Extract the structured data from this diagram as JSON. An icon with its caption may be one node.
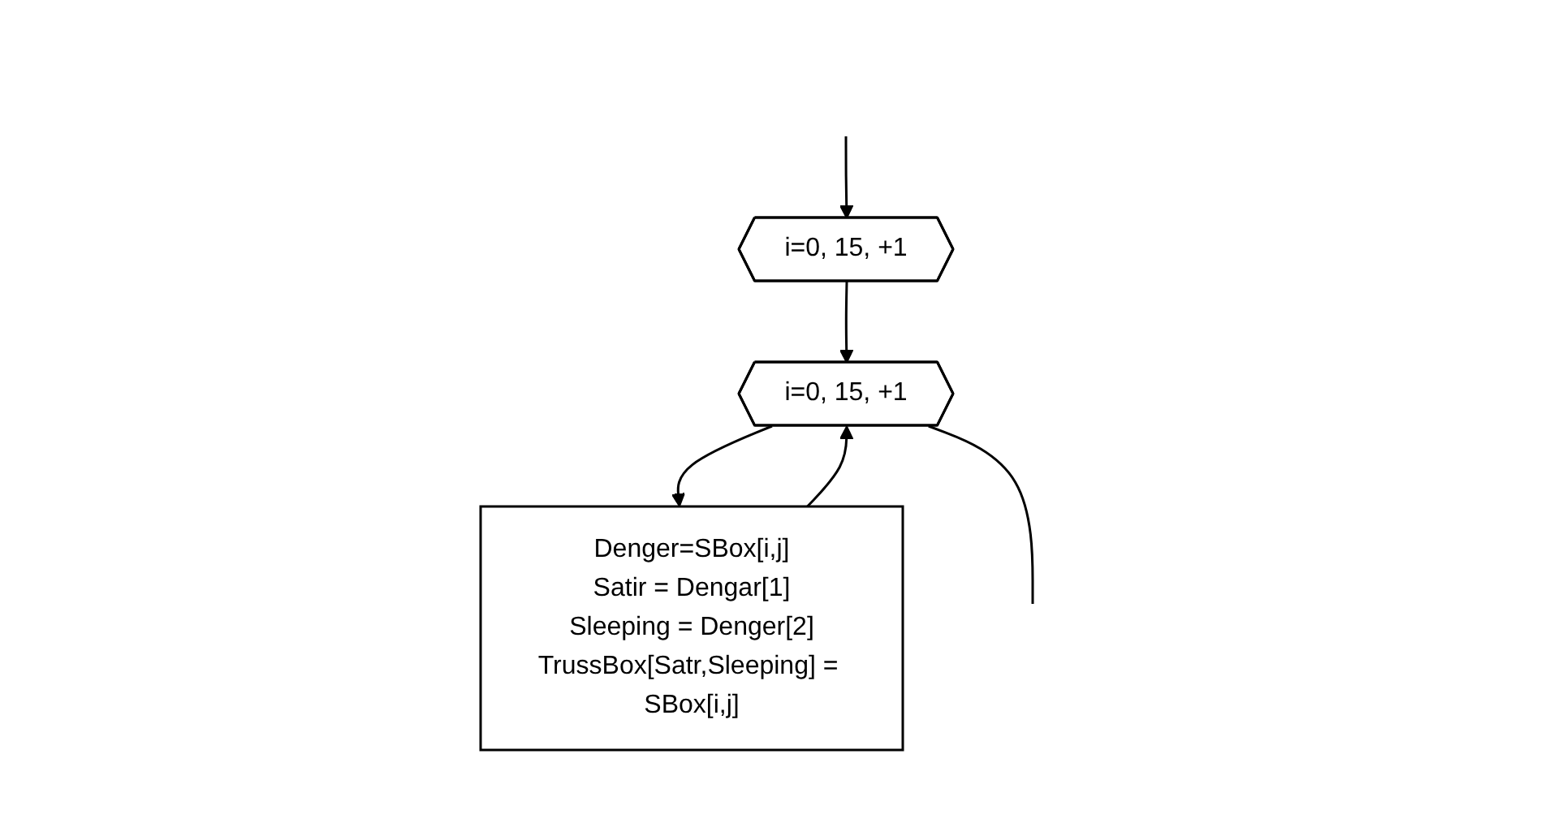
{
  "diagram": {
    "nodes": [
      {
        "text": [
          "i=0, 15, +1"
        ]
      },
      {
        "text": [
          "i=0, 15, +1"
        ]
      },
      {
        "text": [
          "Denger=SBox[i,j]",
          "Satir = Dengar[1]",
          "Sleeping = Denger[2]",
          "TrussBox[Satr,Sleeping] = SBox[i,j]"
        ]
      }
    ],
    "edges": [
      {
        "from": null,
        "to": 0,
        "arrow": "to"
      },
      {
        "from": 0,
        "to": 1,
        "arrow": "to"
      },
      {
        "from": 1,
        "to": 2,
        "arrow": "to"
      },
      {
        "from": 2,
        "to": 1,
        "arrow": "to"
      },
      {
        "from": 1,
        "to": null,
        "arrow": "none"
      }
    ]
  }
}
